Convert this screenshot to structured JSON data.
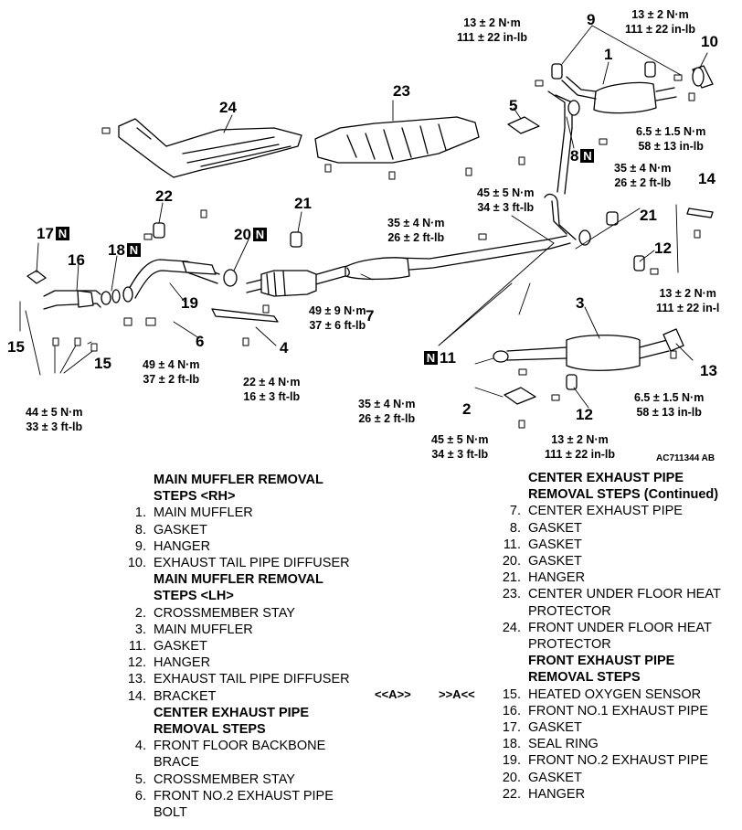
{
  "diagram": {
    "torques": {
      "t_tr1": [
        "13 ± 2 N·m",
        "111 ± 22 in-lb"
      ],
      "t_tr2": [
        "13 ± 2 N·m",
        "111 ± 22 in-lb"
      ],
      "t_10": [
        "6.5 ± 1.5 N·m",
        "58 ± 13 in-lb"
      ],
      "t_8": [
        "35 ± 4 N·m",
        "26 ± 2 ft-lb"
      ],
      "t_5": [
        "45 ± 5 N·m",
        "34 ± 3 ft-lb"
      ],
      "t_21": [
        "35 ± 4 N·m",
        "26 ± 2 ft-lb"
      ],
      "t_14": [
        "13 ± 2 N·m",
        "111 ± 22 in-l"
      ],
      "t_20": [
        "49 ± 9 N·m",
        "37 ± 6 ft-lb"
      ],
      "t_6": [
        "49 ± 4 N·m",
        "37 ± 2 ft-lb"
      ],
      "t_4": [
        "22 ± 4 N·m",
        "16 ± 3 ft-lb"
      ],
      "t_15": [
        "44 ± 5 N·m",
        "33 ± 3 ft-lb"
      ],
      "t_11": [
        "35 ± 4 N·m",
        "26 ± 2 ft-lb"
      ],
      "t_13": [
        "6.5 ± 1.5 N·m",
        "58 ± 13 in-lb"
      ],
      "t_2": [
        "45 ± 5 N·m",
        "34 ± 3 ft-lb"
      ],
      "t_12": [
        "13 ± 2 N·m",
        "111 ± 22 in-lb"
      ]
    },
    "numbers": {
      "n1": "1",
      "n2": "2",
      "n3": "3",
      "n4": "4",
      "n5": "5",
      "n6": "6",
      "n7": "7",
      "n8": "8",
      "n9": "9",
      "n10": "10",
      "n11": "11",
      "n12a": "12",
      "n12b": "12",
      "n13": "13",
      "n14": "14",
      "n15a": "15",
      "n15b": "15",
      "n16": "16",
      "n17": "17",
      "n18": "18",
      "n19": "19",
      "n20": "20",
      "n21a": "21",
      "n21b": "21",
      "n22": "22",
      "n23": "23",
      "n24": "24"
    },
    "n_box": "N",
    "figure_code": "AC711344 AB"
  },
  "marks": {
    "left": "<<A>>",
    "right": ">>A<<"
  },
  "left_column": [
    {
      "n": "",
      "t": "MAIN MUFFLER REMOVAL",
      "hdr": true
    },
    {
      "n": "",
      "t": "STEPS <RH>",
      "hdr": true
    },
    {
      "n": "1.",
      "t": "MAIN MUFFLER"
    },
    {
      "n": "8.",
      "t": "GASKET"
    },
    {
      "n": "9.",
      "t": "HANGER"
    },
    {
      "n": "10.",
      "t": "EXHAUST TAIL PIPE DIFFUSER"
    },
    {
      "n": "",
      "t": "MAIN MUFFLER REMOVAL",
      "hdr": true
    },
    {
      "n": "",
      "t": "STEPS <LH>",
      "hdr": true
    },
    {
      "n": "2.",
      "t": "CROSSMEMBER STAY"
    },
    {
      "n": "3.",
      "t": "MAIN MUFFLER"
    },
    {
      "n": "11.",
      "t": "GASKET"
    },
    {
      "n": "12.",
      "t": "HANGER"
    },
    {
      "n": "13.",
      "t": "EXHAUST TAIL PIPE DIFFUSER"
    },
    {
      "n": "14.",
      "t": "BRACKET"
    },
    {
      "n": "",
      "t": "CENTER EXHAUST PIPE",
      "hdr": true
    },
    {
      "n": "",
      "t": "REMOVAL STEPS",
      "hdr": true
    },
    {
      "n": "4.",
      "t": "FRONT FLOOR BACKBONE"
    },
    {
      "n": "",
      "t": "BRACE"
    },
    {
      "n": "5.",
      "t": "CROSSMEMBER STAY"
    },
    {
      "n": "6.",
      "t": "FRONT NO.2 EXHAUST PIPE"
    },
    {
      "n": "",
      "t": "BOLT"
    }
  ],
  "right_column": [
    {
      "n": "",
      "t": "CENTER EXHAUST PIPE",
      "hdr": true
    },
    {
      "n": "",
      "t": "REMOVAL STEPS (Continued)",
      "hdr": true
    },
    {
      "n": "7.",
      "t": "CENTER EXHAUST PIPE"
    },
    {
      "n": "8.",
      "t": "GASKET"
    },
    {
      "n": "11.",
      "t": "GASKET"
    },
    {
      "n": "20.",
      "t": "GASKET"
    },
    {
      "n": "21.",
      "t": "HANGER"
    },
    {
      "n": "23.",
      "t": "CENTER UNDER FLOOR HEAT"
    },
    {
      "n": "",
      "t": "PROTECTOR"
    },
    {
      "n": "24.",
      "t": "FRONT UNDER FLOOR HEAT"
    },
    {
      "n": "",
      "t": "PROTECTOR"
    },
    {
      "n": "",
      "t": "FRONT EXHAUST PIPE",
      "hdr": true
    },
    {
      "n": "",
      "t": "REMOVAL STEPS",
      "hdr": true
    },
    {
      "n": "15.",
      "t": "HEATED OXYGEN SENSOR"
    },
    {
      "n": "16.",
      "t": "FRONT NO.1 EXHAUST PIPE"
    },
    {
      "n": "17.",
      "t": "GASKET"
    },
    {
      "n": "18.",
      "t": "SEAL RING"
    },
    {
      "n": "19.",
      "t": "FRONT NO.2 EXHAUST PIPE"
    },
    {
      "n": "20.",
      "t": "GASKET"
    },
    {
      "n": "22.",
      "t": "HANGER"
    }
  ]
}
